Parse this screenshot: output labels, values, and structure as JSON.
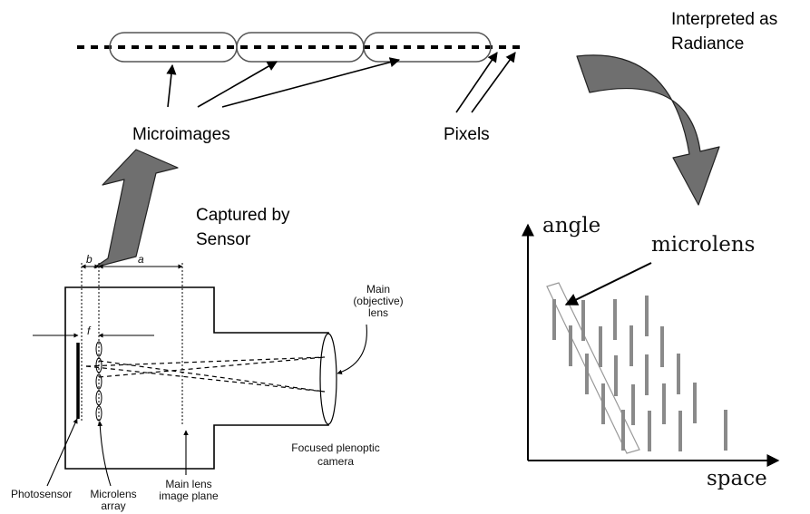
{
  "labels": {
    "microimages": "Microimages",
    "pixels": "Pixels",
    "interpreted_line1": "Interpreted as",
    "interpreted_line2": "Radiance",
    "captured_line1": "Captured by",
    "captured_line2": "Sensor"
  },
  "camera": {
    "dim_b": "b",
    "dim_a": "a",
    "dim_f": "f",
    "main_lens_line1": "Main",
    "main_lens_line2": "(objective)",
    "main_lens_line3": "lens",
    "photosensor": "Photosensor",
    "microlens_line1": "Microlens",
    "microlens_line2": "array",
    "image_plane_line1": "Main lens",
    "image_plane_line2": "image plane",
    "focused_line1": "Focused plenoptic",
    "focused_line2": "camera"
  },
  "plot": {
    "y_axis": "angle",
    "x_axis": "space",
    "annotation": "microlens"
  },
  "colors": {
    "ink": "#000000",
    "arrow_fill": "#6f6f6f",
    "bar_fill": "#8a8a8a"
  }
}
